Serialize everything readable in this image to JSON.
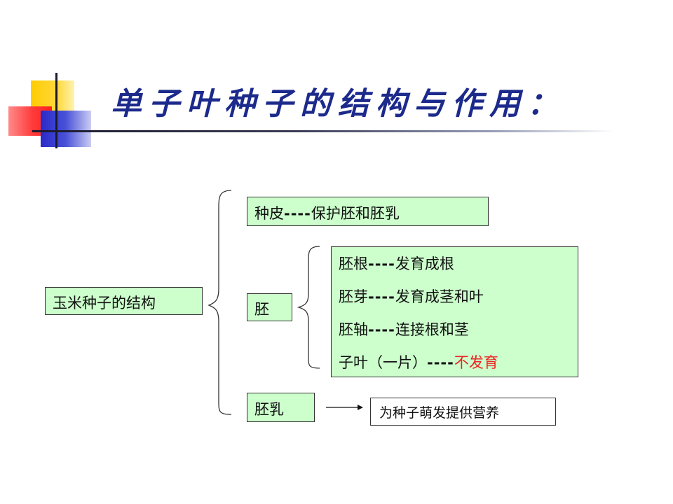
{
  "title": "单子叶种子的结构与作用：",
  "root": "玉米种子的结构",
  "seed_coat": {
    "name": "种皮",
    "sep": "----",
    "desc": "保护胚和胚乳"
  },
  "embryo": {
    "name": "胚",
    "parts": [
      {
        "name": "胚根",
        "sep": "----",
        "desc": "发育成根"
      },
      {
        "name": "胚芽",
        "sep": "----",
        "desc": "发育成茎和叶"
      },
      {
        "name": "胚轴",
        "sep": "----",
        "desc": "连接根和茎"
      },
      {
        "name": "子叶（一片）",
        "sep": "----",
        "desc": "不发育"
      }
    ]
  },
  "endosperm": {
    "name": "胚乳",
    "function": "为种子萌发提供营养"
  },
  "colors": {
    "title": "#1c2a8c",
    "box_fill": "#ccffcc",
    "highlight": "#ee2222"
  }
}
